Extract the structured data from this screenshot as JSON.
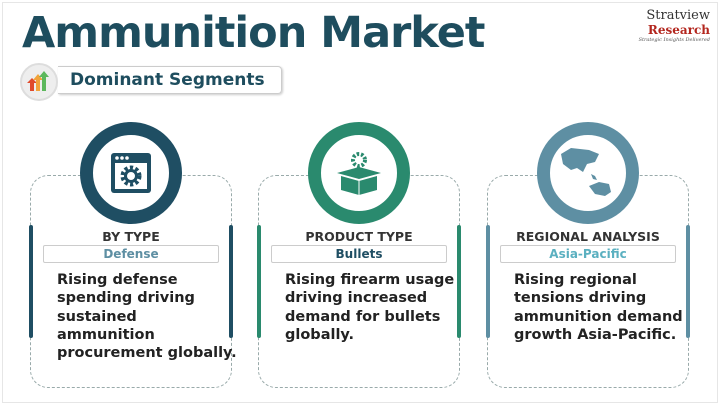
{
  "title": "Ammunition Market",
  "subtitle": "Dominant Segments",
  "logo": {
    "line1": "Stratview",
    "line2": "Research",
    "tagline": "Strategic Insights Delivered"
  },
  "colors": {
    "title": "#1e4d5e",
    "card1": "#1f4e63",
    "card2": "#2a8a6e",
    "card3": "#5e8fa3"
  },
  "cards": [
    {
      "heading": "BY TYPE",
      "value": "Defense",
      "description": "Rising defense spending driving sustained ammunition procurement globally.",
      "icon": "settings-window-icon"
    },
    {
      "heading": "PRODUCT TYPE",
      "value": "Bullets",
      "description": "Rising firearm usage driving increased demand for bullets globally.",
      "icon": "box-gear-icon"
    },
    {
      "heading": "REGIONAL ANALYSIS",
      "value": "Asia-Pacific",
      "description": "Rising regional tensions driving ammunition demand growth Asia-Pacific.",
      "icon": "globe-asia-icon"
    }
  ]
}
